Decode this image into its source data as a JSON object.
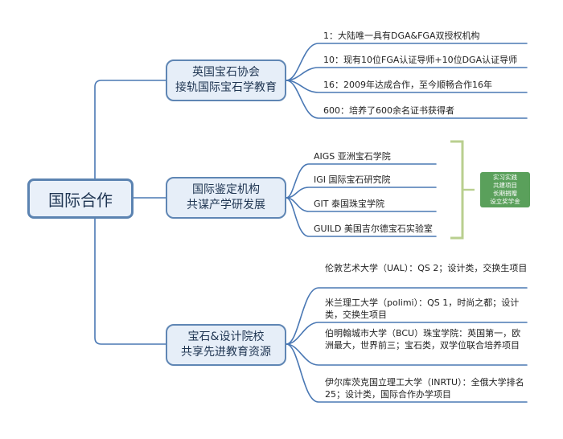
{
  "root": {
    "label": "国际合作"
  },
  "branches": [
    {
      "line1": "英国宝石协会",
      "line2": "接轨国际宝石学教育",
      "items": [
        "1：大陆唯一具有DGA&FGA双授权机构",
        "10：现有10位FGA认证导师+10位DGA认证导师",
        "16：2009年达成合作，至今顺畅合作16年",
        "600：培养了600余名证书获得者"
      ]
    },
    {
      "line1": "国际鉴定机构",
      "line2": "共谋产学研发展",
      "items": [
        "AIGS 亚洲宝石学院",
        "IGI 国际宝石研究院",
        "GIT 泰国珠宝学院",
        "GUILD 美国吉尔德宝石实验室"
      ]
    },
    {
      "line1": "宝石&设计院校",
      "line2": "共享先进教育资源",
      "items": [
        "伦敦艺术大学（UAL）：QS 2；设计类，交换生项目",
        "米兰理工大学（polimi）：QS 1，时尚之都；设计类，交换生项目",
        "伯明翰城市大学（BCU）珠宝学院：英国第一，欧洲最大，世界前三；宝石类，双学位联合培养项目",
        "伊尔库茨克国立理工大学（INRTU）：全俄大学排名25；设计类，国际合作办学项目"
      ]
    }
  ],
  "cooperation_tag": {
    "lines": [
      "实习实践",
      "共建项目",
      "长期捐赠",
      "设立奖学金"
    ]
  },
  "colors": {
    "line": "#4a78b4",
    "bracket": "#b9cf8f",
    "tag": "#5aa05b",
    "node_border": "#5f86b4"
  }
}
